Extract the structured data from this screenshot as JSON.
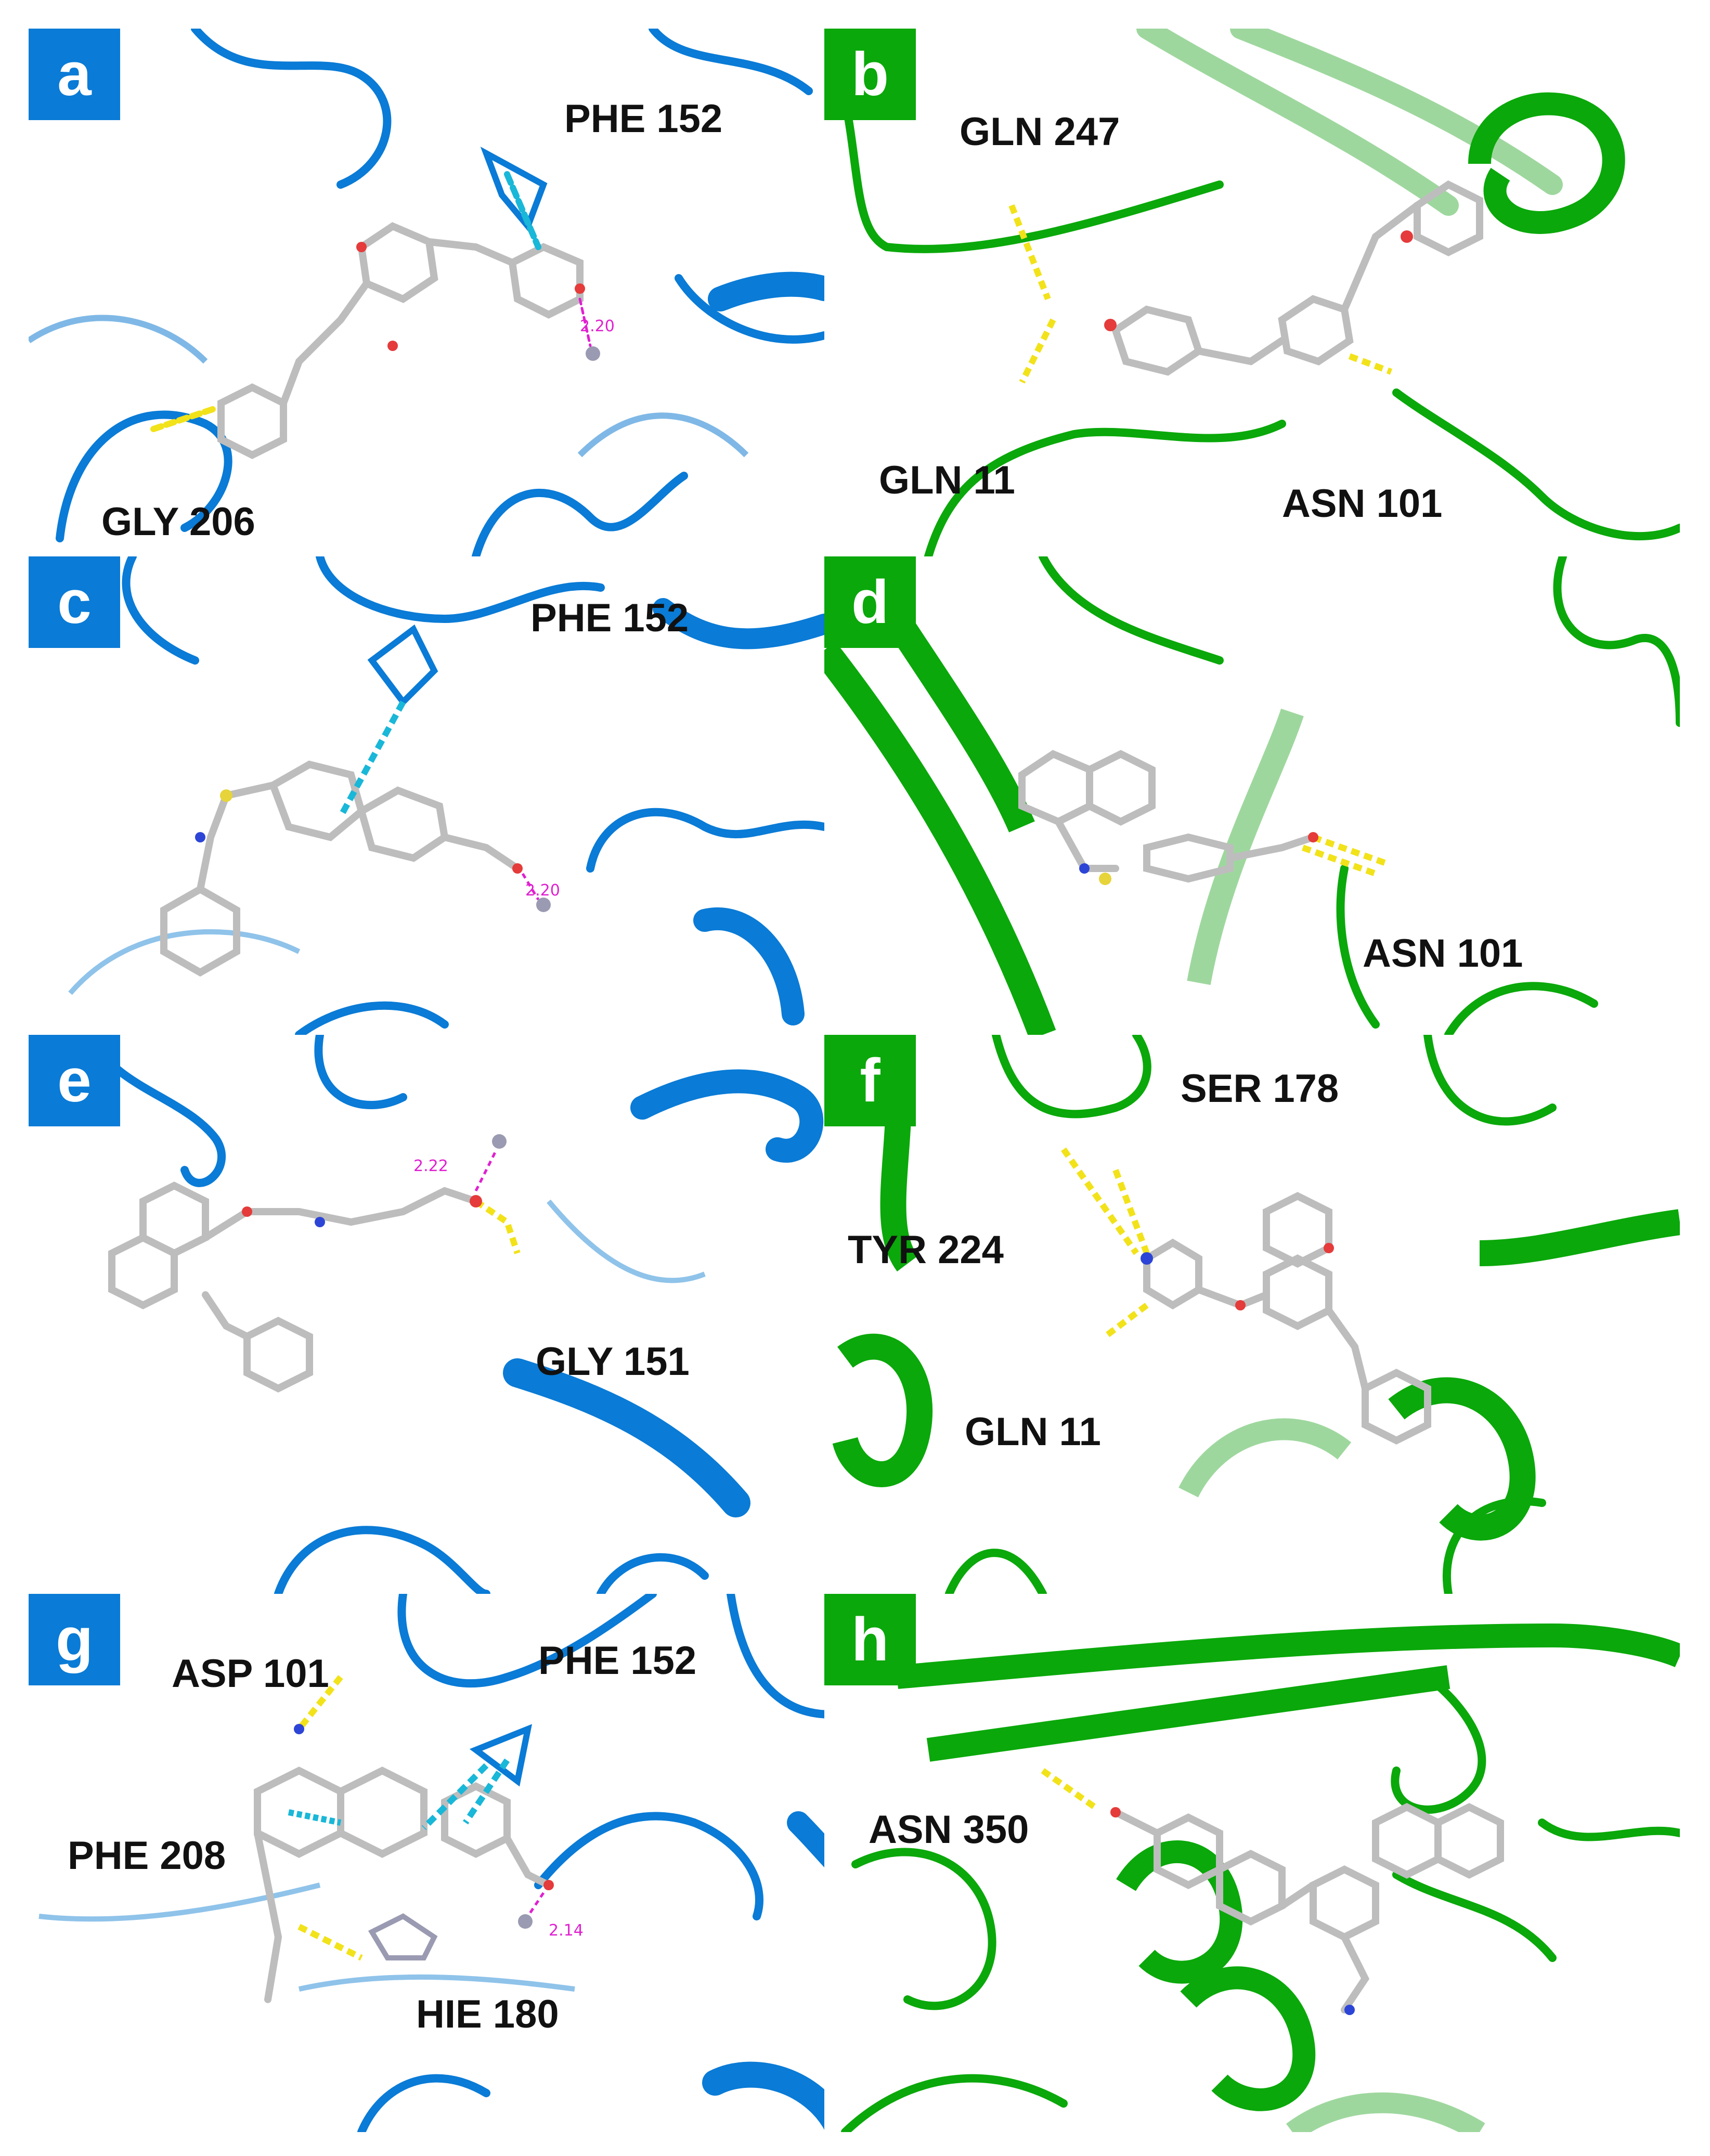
{
  "colors": {
    "blue_panel": "#0a7bd6",
    "green_panel": "#0aa80a",
    "hbond": "#f2e21a",
    "pi_stack": "#19b7d8",
    "metal_contact": "#e020d0",
    "ligand": "#d9d9d9"
  },
  "panels": [
    {
      "id": "a",
      "label": "a",
      "residues": [
        "PHE 152",
        "GLY 206"
      ],
      "distance": "2.20"
    },
    {
      "id": "b",
      "label": "b",
      "residues": [
        "GLN 247",
        "GLN 11",
        "ASN 101"
      ]
    },
    {
      "id": "c",
      "label": "c",
      "residues": [
        "PHE 152"
      ],
      "distance": "2.20"
    },
    {
      "id": "d",
      "label": "d",
      "residues": [
        "ASN 101"
      ]
    },
    {
      "id": "e",
      "label": "e",
      "residues": [
        "GLY 151"
      ],
      "distance": "2.22"
    },
    {
      "id": "f",
      "label": "f",
      "residues": [
        "SER 178",
        "TYR 224",
        "GLN 11"
      ]
    },
    {
      "id": "g",
      "label": "g",
      "residues": [
        "ASP 101",
        "PHE 152",
        "PHE 208",
        "HIE 180"
      ],
      "distance": "2.14"
    },
    {
      "id": "h",
      "label": "h",
      "residues": [
        "ASN 350"
      ]
    }
  ]
}
